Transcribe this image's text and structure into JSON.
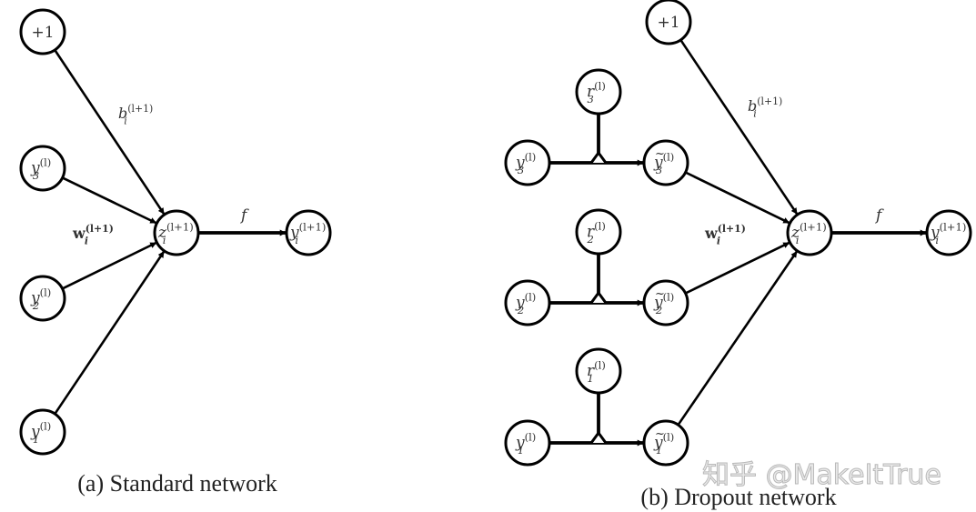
{
  "figure": {
    "panels": [
      {
        "id": "a",
        "caption": "(a) Standard network",
        "nodes": [
          {
            "id": "bias",
            "base": "+1",
            "sub": "",
            "sup": "",
            "tilde": false
          },
          {
            "id": "y3",
            "base": "y",
            "sub": "3",
            "sup": "(l)",
            "tilde": false
          },
          {
            "id": "y2",
            "base": "y",
            "sub": "2",
            "sup": "(l)",
            "tilde": false
          },
          {
            "id": "y1",
            "base": "y",
            "sub": "1",
            "sup": "(l)",
            "tilde": false
          },
          {
            "id": "z",
            "base": "z",
            "sub": "i",
            "sup": "(l+1)",
            "tilde": false
          },
          {
            "id": "out",
            "base": "y",
            "sub": "i",
            "sup": "(l+1)",
            "tilde": false
          }
        ],
        "edges": [
          {
            "from": "bias",
            "to": "z",
            "arrow": true
          },
          {
            "from": "y3",
            "to": "z",
            "arrow": true
          },
          {
            "from": "y2",
            "to": "z",
            "arrow": true
          },
          {
            "from": "y1",
            "to": "z",
            "arrow": true
          },
          {
            "from": "z",
            "to": "out",
            "arrow": true
          }
        ],
        "edge_labels": {
          "bias": {
            "base": "b",
            "sub": "i",
            "sup": "(l+1)"
          },
          "weights": {
            "base": "w",
            "sub": "i",
            "sup": "(l+1)"
          },
          "activation": {
            "base": "f",
            "sub": "",
            "sup": ""
          }
        }
      },
      {
        "id": "b",
        "caption": "(b) Dropout network",
        "nodes": [
          {
            "id": "bias",
            "base": "+1",
            "sub": "",
            "sup": "",
            "tilde": false
          },
          {
            "id": "r3",
            "base": "r",
            "sub": "3",
            "sup": "(l)",
            "tilde": false
          },
          {
            "id": "r2",
            "base": "r",
            "sub": "2",
            "sup": "(l)",
            "tilde": false
          },
          {
            "id": "r1",
            "base": "r",
            "sub": "1",
            "sup": "(l)",
            "tilde": false
          },
          {
            "id": "y3",
            "base": "y",
            "sub": "3",
            "sup": "(l)",
            "tilde": false
          },
          {
            "id": "y2",
            "base": "y",
            "sub": "2",
            "sup": "(l)",
            "tilde": false
          },
          {
            "id": "y1",
            "base": "y",
            "sub": "1",
            "sup": "(l)",
            "tilde": false
          },
          {
            "id": "yt3",
            "base": "y",
            "sub": "3",
            "sup": "(l)",
            "tilde": true
          },
          {
            "id": "yt2",
            "base": "y",
            "sub": "2",
            "sup": "(l)",
            "tilde": true
          },
          {
            "id": "yt1",
            "base": "y",
            "sub": "1",
            "sup": "(l)",
            "tilde": true
          },
          {
            "id": "z",
            "base": "z",
            "sub": "i",
            "sup": "(l+1)",
            "tilde": false
          },
          {
            "id": "out",
            "base": "y",
            "sub": "i",
            "sup": "(l+1)",
            "tilde": false
          }
        ],
        "edges": [
          {
            "from": "y3",
            "to": "yt3",
            "arrow": true
          },
          {
            "from": "y2",
            "to": "yt2",
            "arrow": true
          },
          {
            "from": "y1",
            "to": "yt1",
            "arrow": true
          },
          {
            "from": "r3",
            "to": "gate3",
            "arrow": false
          },
          {
            "from": "r2",
            "to": "gate2",
            "arrow": false
          },
          {
            "from": "r1",
            "to": "gate1",
            "arrow": false
          },
          {
            "from": "bias",
            "to": "z",
            "arrow": true
          },
          {
            "from": "yt3",
            "to": "z",
            "arrow": true
          },
          {
            "from": "yt2",
            "to": "z",
            "arrow": true
          },
          {
            "from": "yt1",
            "to": "z",
            "arrow": true
          },
          {
            "from": "z",
            "to": "out",
            "arrow": true
          }
        ],
        "edge_labels": {
          "bias": {
            "base": "b",
            "sub": "i",
            "sup": "(l+1)"
          },
          "weights": {
            "base": "w",
            "sub": "i",
            "sup": "(l+1)"
          },
          "activation": {
            "base": "f",
            "sub": "",
            "sup": ""
          }
        }
      }
    ],
    "watermark": "知乎 @MakeItTrue"
  }
}
